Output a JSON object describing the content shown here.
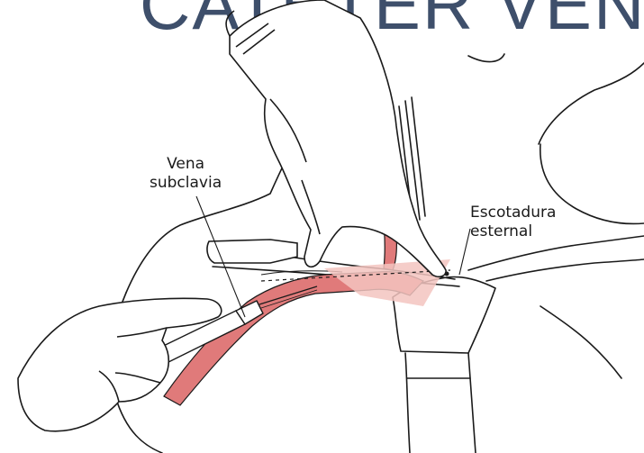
{
  "title_fragment": "CATETER VEN",
  "labels": {
    "subclavian_vein": {
      "line1": "Vena",
      "line2": "subclavia"
    },
    "sternal_notch": {
      "line1": "Escotadura",
      "line2": "esternal"
    }
  },
  "colors": {
    "title": "#3e4f6b",
    "vein": "#e07a7a",
    "vein_light": "#f3c4bf",
    "outline": "#1a1a1a",
    "background": "#ffffff"
  }
}
